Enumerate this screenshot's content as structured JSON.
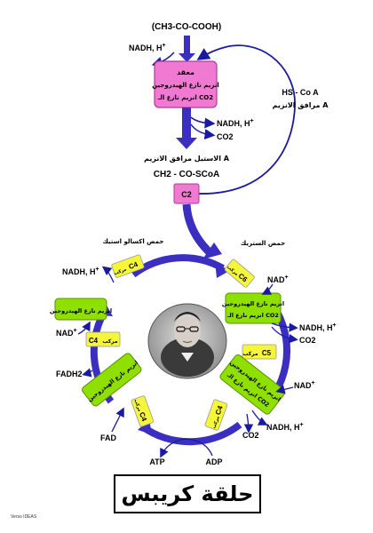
{
  "title": "حلقة كريبس",
  "colors": {
    "arrow": "#3a2fc0",
    "arrow_thin": "#1a1aa0",
    "enzyme_pink": "#f07ad2",
    "enzyme_green": "#8fe000",
    "compound_yellow": "#f5f53a"
  },
  "top": {
    "pyruvate": "(CH3-CO-COOH)",
    "nadh_in": "NADH, H",
    "nadh_in_sup": "+",
    "complex_lines": [
      "معقد",
      "انزيم نازع الهيدروجين",
      "انزيم نازع الـ CO2"
    ],
    "nadh_out": "NADH, H",
    "nadh_out_sup": "+",
    "co2_out": "CO2",
    "hscoa": "HS - Co A",
    "coa_label": "مرافق الانزيم A",
    "acetyl_name": "الاستيل مرافق الانزيم A",
    "acetyl_formula": "CH2 - CO-SCoA",
    "c2": "C2"
  },
  "cycle": {
    "c4_top": "C4",
    "c4_top_label": "حمض اكسالو استيك",
    "c6": "C6",
    "c6_label": "حمض الستريك",
    "c6_prefix": "مركب",
    "enzyme_right_top": [
      "انزيم نازع الهيدروجين",
      "انزيم نازع الـ CO2"
    ],
    "nad_right_top": "NAD",
    "nadh_right_top": "NADH, H",
    "co2_right_top": "CO2",
    "c5": "C5",
    "c5_prefix": "مركب",
    "enzyme_right_bottom": [
      "انزيم نازع الهيدروجين",
      "انزيم نازع الـ CO2"
    ],
    "nad_right_bottom": "NAD",
    "nadh_right_bottom": "NADH, H",
    "co2_right_bottom": "CO2",
    "c4_bottom": "C4",
    "c4_bottom_prefix": "مركب",
    "adp": "ADP",
    "atp": "ATP",
    "c4_lower_left": "C4",
    "c4_lower_left_prefix": "مركب",
    "fad": "FAD",
    "fadh2": "FADH2",
    "enzyme_left_bottom": "انزيم نازع الهيدروجين",
    "c4_left": "C4",
    "c4_left_prefix": "مركب",
    "nad_left": "NAD",
    "enzyme_left_top": "انزيم نازع الهيدروجين",
    "nadh_left_top": "NADH, H",
    "c4_top_prefix": "مركب"
  },
  "watermark": "Verso IDEAS"
}
